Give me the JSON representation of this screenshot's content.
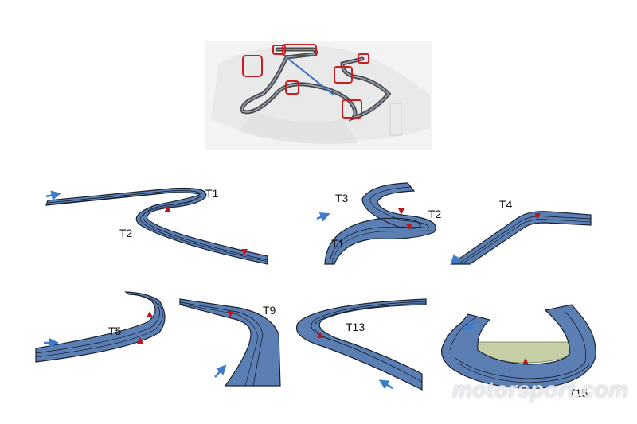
{
  "turn_labels": {
    "p1_t1": "T1",
    "p1_t2": "T2",
    "p2_t3": "T3",
    "p2_t2": "T2",
    "p2_t1": "T1",
    "p3_t4": "T4",
    "p4_t5": "T5",
    "p5_t9": "T9",
    "p6_t13": "T13",
    "p7_t15": "T15"
  },
  "watermark": "motorsport.com",
  "colors": {
    "track_fill": "#5b7fb3",
    "track_edge": "#1a2232",
    "lane_line": "#0d1320",
    "marker_red": "#c0141a",
    "arrow_blue": "#3d7cc9",
    "highlight_box": "#c81e24",
    "runoff_green": "#c7cfa6"
  }
}
